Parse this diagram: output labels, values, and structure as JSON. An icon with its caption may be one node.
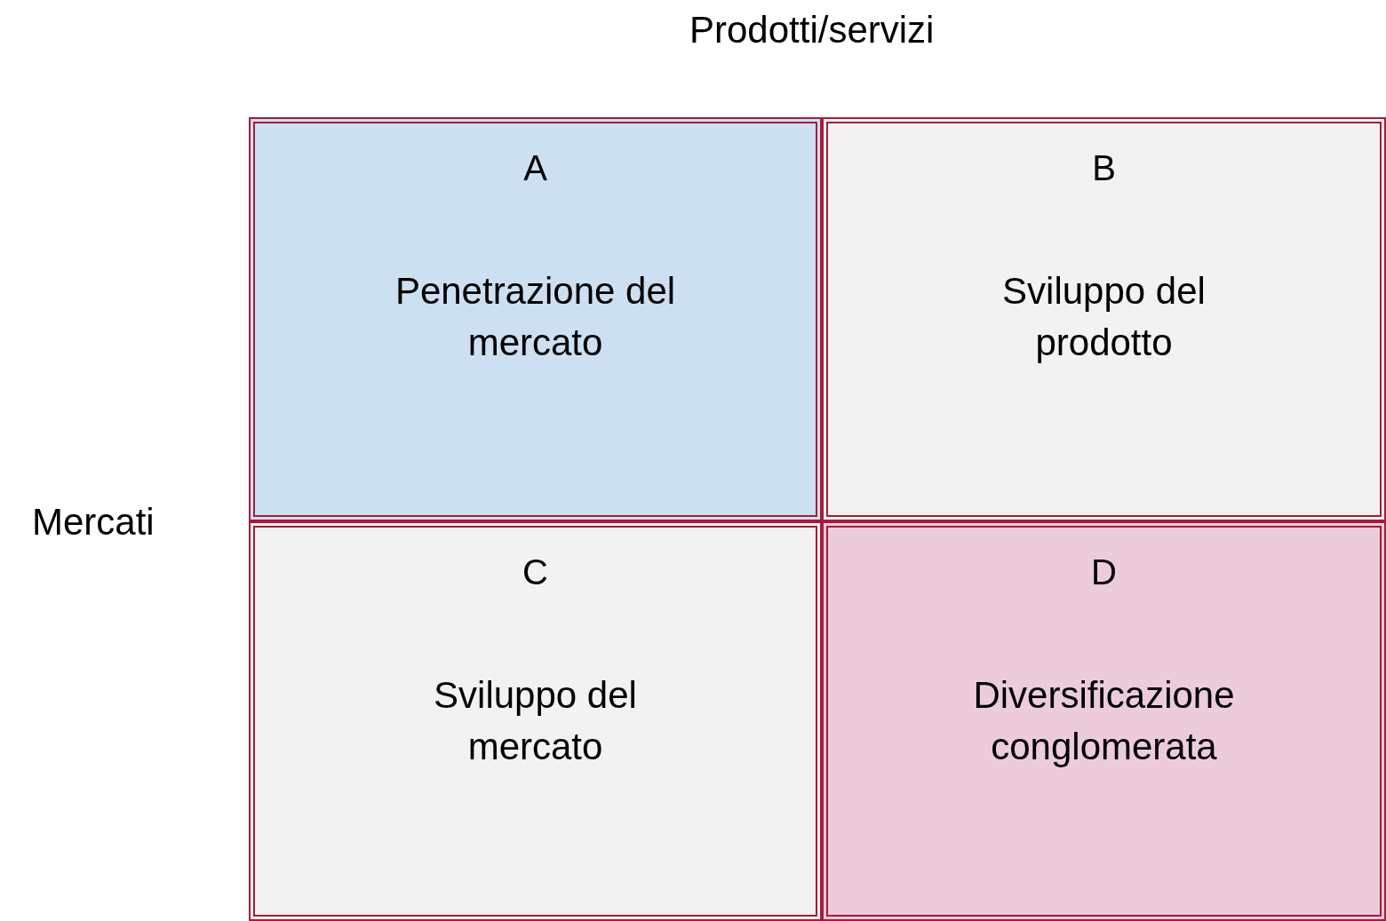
{
  "diagram": {
    "nodes": [
      {
        "text": [
          "A",
          "Penetrazione del mercato"
        ]
      },
      {
        "text": [
          "B",
          "Sviluppo del prodotto"
        ]
      },
      {
        "text": [
          "C",
          "Sviluppo del mercato"
        ]
      },
      {
        "text": [
          "D",
          "Diversificazione conglomerata"
        ]
      }
    ],
    "labels": [
      "Prodotti/servizi",
      "Mercati"
    ]
  }
}
